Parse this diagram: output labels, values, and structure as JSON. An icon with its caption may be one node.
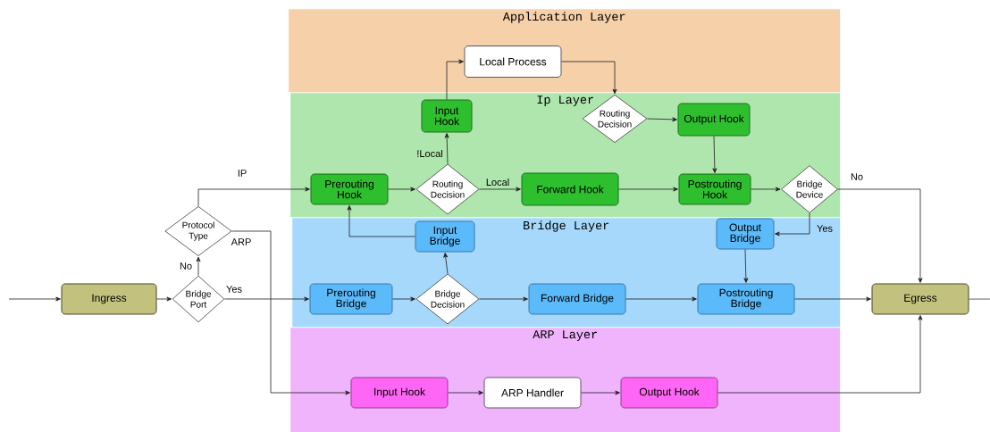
{
  "diagram": {
    "nodes": [
      {
        "text": [
          "Application Layer"
        ]
      },
      {
        "text": [
          "Local Process"
        ],
        "in": 0
      },
      {
        "text": [
          "Ip Layer"
        ]
      },
      {
        "text": [
          "Input Hook"
        ],
        "in": 2
      },
      {
        "text": [
          "Routing Decision"
        ],
        "in": 2
      },
      {
        "text": [
          "Output Hook"
        ],
        "in": 2
      },
      {
        "text": [
          "Prerouting Hook"
        ],
        "in": 2
      },
      {
        "text": [
          "Routing Decision"
        ],
        "in": 2
      },
      {
        "text": [
          "Forward Hook"
        ],
        "in": 2
      },
      {
        "text": [
          "Postrouting Hook"
        ],
        "in": 2
      },
      {
        "text": [
          "Bridge Device"
        ],
        "in": 2
      },
      {
        "text": [
          "Bridge Layer"
        ]
      },
      {
        "text": [
          "Input Bridge"
        ],
        "in": 11
      },
      {
        "text": [
          "Output Bridge"
        ],
        "in": 11
      },
      {
        "text": [
          "Prerouting Bridge"
        ],
        "in": 11
      },
      {
        "text": [
          "Bridge Decision"
        ],
        "in": 11
      },
      {
        "text": [
          "Forward Bridge"
        ],
        "in": 11
      },
      {
        "text": [
          "Postrouting Bridge"
        ],
        "in": 11
      },
      {
        "text": [
          "ARP Layer"
        ]
      },
      {
        "text": [
          "Input Hook"
        ],
        "in": 18
      },
      {
        "text": [
          "ARP Handler"
        ],
        "in": 18
      },
      {
        "text": [
          "Output Hook"
        ],
        "in": 18
      },
      {
        "text": [
          "Ingress"
        ]
      },
      {
        "text": [
          "Protocol Type"
        ]
      },
      {
        "text": [
          "Bridge Port"
        ]
      },
      {
        "text": [
          "Egress"
        ]
      }
    ],
    "edges": [
      {
        "from": null,
        "to": 22,
        "arrow": "to"
      },
      {
        "from": 22,
        "to": 24,
        "arrow": "to"
      },
      {
        "from": 24,
        "to": 23,
        "arrow": "to",
        "label": "No"
      },
      {
        "from": 24,
        "to": 14,
        "arrow": "to",
        "label": "Yes"
      },
      {
        "from": 23,
        "to": 6,
        "arrow": "to",
        "label": "IP"
      },
      {
        "from": 23,
        "to": 19,
        "arrow": "to",
        "label": "ARP"
      },
      {
        "from": 6,
        "to": 7,
        "arrow": "to"
      },
      {
        "from": 7,
        "to": 3,
        "arrow": "to",
        "label": "!Local"
      },
      {
        "from": 7,
        "to": 8,
        "arrow": "to",
        "label": "Local"
      },
      {
        "from": 3,
        "to": 1,
        "arrow": "to"
      },
      {
        "from": 1,
        "to": 4,
        "arrow": "to"
      },
      {
        "from": 4,
        "to": 5,
        "arrow": "to"
      },
      {
        "from": 5,
        "to": 9,
        "arrow": "to"
      },
      {
        "from": 8,
        "to": 9,
        "arrow": "to"
      },
      {
        "from": 9,
        "to": 10,
        "arrow": "to"
      },
      {
        "from": 10,
        "to": 25,
        "arrow": "to",
        "label": "No"
      },
      {
        "from": 10,
        "to": 13,
        "arrow": "to",
        "label": "Yes"
      },
      {
        "from": 12,
        "to": 6,
        "arrow": "to"
      },
      {
        "from": 15,
        "to": 12,
        "arrow": "to"
      },
      {
        "from": 14,
        "to": 15,
        "arrow": "to"
      },
      {
        "from": 15,
        "to": 16,
        "arrow": "to"
      },
      {
        "from": 16,
        "to": 17,
        "arrow": "to"
      },
      {
        "from": 13,
        "to": 17,
        "arrow": "to"
      },
      {
        "from": 17,
        "to": 25,
        "arrow": "to"
      },
      {
        "from": 25,
        "to": null,
        "arrow": "none"
      },
      {
        "from": 19,
        "to": 20,
        "arrow": "to"
      },
      {
        "from": 20,
        "to": 21,
        "arrow": "to"
      },
      {
        "from": 21,
        "to": 25,
        "arrow": "to"
      }
    ]
  }
}
